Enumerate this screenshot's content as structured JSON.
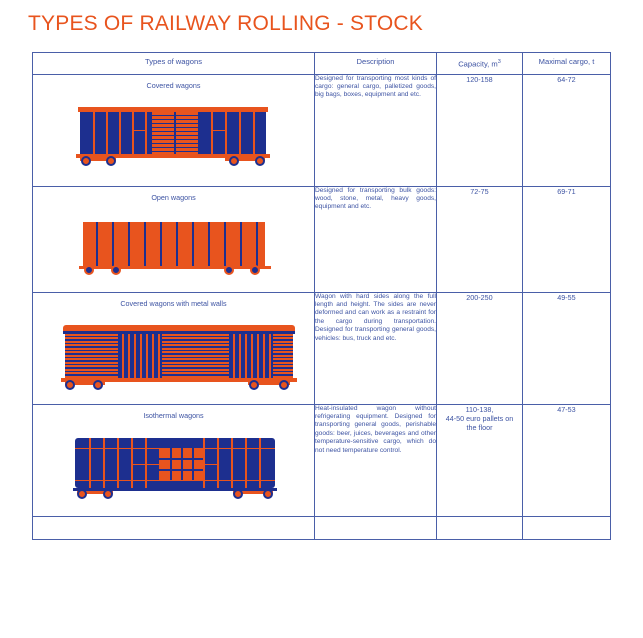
{
  "document": {
    "title": "TYPES OF RAILWAY ROLLING - STOCK",
    "title_color": "#E8541E",
    "table_border_color": "#4A5FA8",
    "text_color": "#3E54A3",
    "accent_orange": "#E8541E",
    "accent_navy": "#1D2F8F"
  },
  "table": {
    "headers": {
      "type": "Types of wagons",
      "description": "Description",
      "capacity": "Capacity, m",
      "capacity_sup": "3",
      "maximal_cargo": "Maximal cargo, t"
    },
    "rows": [
      {
        "type": "Covered wagons",
        "description": "Designed for transporting most kinds of cargo: general cargo, palletized goods, big bags, boxes, equipment and etc.",
        "capacity": "120-158",
        "maximal_cargo": "64-72",
        "illustration": "covered-wagon"
      },
      {
        "type": "Open wagons",
        "description": "Designed for transporting bulk goods: wood, stone, metal, heavy goods, equipment and etc.",
        "capacity": "72-75",
        "maximal_cargo": "69-71",
        "illustration": "open-wagon"
      },
      {
        "type": "Covered wagons with metal walls",
        "description": "Wagon with hard sides along the full length and height. The sides are never deformed and can work as a restraint for the cargo during transportation. Designed for transporting general goods, vehicles: bus, truck and etc.",
        "capacity": "200-250",
        "maximal_cargo": "49-55",
        "illustration": "metal-wall-wagon"
      },
      {
        "type": "Isothermal wagons",
        "description": "Heat-insulated wagon without refrigerating equipment. Designed for transporting general goods, perishable goods: beer, juices, beverages and other temperature-sensitive cargo, which do not need temperature control.",
        "capacity": "110-138,\n44-50 euro pallets on the floor",
        "capacity_lines": [
          "110-138,",
          "44-50 euro pallets on",
          "the floor"
        ],
        "maximal_cargo": "47-53",
        "illustration": "isothermal-wagon"
      }
    ]
  }
}
